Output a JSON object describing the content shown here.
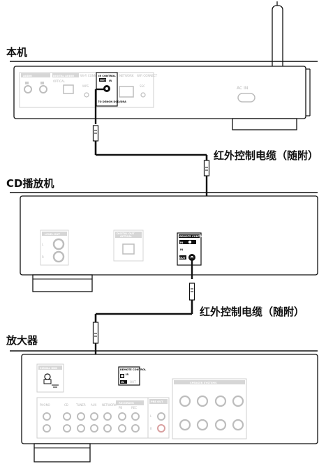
{
  "labels": {
    "main_unit": "本机",
    "cable_1": "红外控制电缆（随附）",
    "cd_player": "CD播放机",
    "cable_2": "红外控制电缆（随附）",
    "amplifier": "放大器"
  },
  "main_unit_panel": {
    "audio": "AUDIO",
    "digital_audio": "DIGITAL AUDIO",
    "optical": "OPTICAL",
    "wifi_connect": "Wi-Fi CONNECT",
    "wps": "WPS",
    "ir_control": "IR CONTROL",
    "ir_out": "OUT",
    "ir": "IR",
    "ir_note": "TO DENON DCD/DRA",
    "network": "NETWORK",
    "wifi_connect_2": "WiFi CONNECT",
    "ssc": "SSC",
    "ac_in": "AC IN"
  },
  "cd_panel": {
    "level_out": "LEVEL OUT",
    "digital_out": "DIGITAL OUT",
    "optical": "OPTICAL",
    "remote_control": "REMOTE CONTROL",
    "in": "IN",
    "out": "OUT",
    "l": "L",
    "r": "R"
  },
  "amp_panel": {
    "signal_gnd": "SIGNAL GND",
    "phono": "PHONO",
    "cd": "CD",
    "tuner": "TUNER",
    "aux": "AUX",
    "network": "NETWORK",
    "recorder": "RECORDER",
    "pb": "PB",
    "rec": "REC",
    "pre_out": "PRE OUT",
    "speaker_systems": "SPEAKER SYSTEMS",
    "remote_control": "REMOTE CONTROL",
    "ir": "IR",
    "in": "IN",
    "out": "OUT",
    "l": "L",
    "r": "R"
  },
  "colors": {
    "line": "#111111",
    "panel_gray": "#bdbdbd",
    "accent_dark": "#1a1a1a"
  }
}
